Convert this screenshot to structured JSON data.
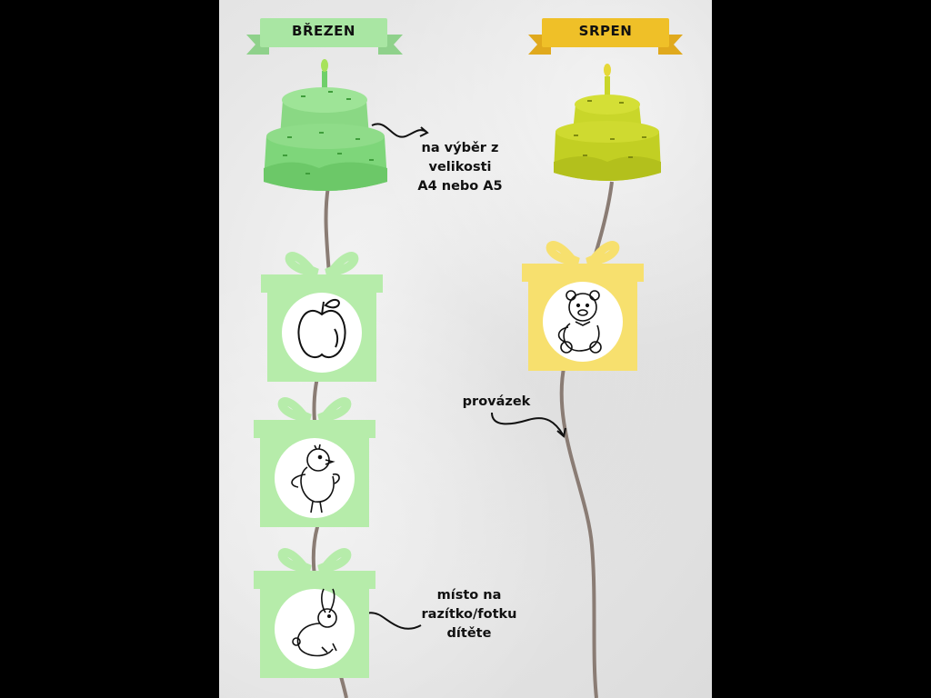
{
  "columns": [
    {
      "month": "BŘEZEN",
      "theme_color": "#a6e5a0",
      "cake_color": "#7ed67a"
    },
    {
      "month": "SRPEN",
      "theme_color": "#f2d06a",
      "cake_color": "#c9d62a"
    }
  ],
  "gift_icons": [
    "apple-icon",
    "chick-icon",
    "bunny-icon",
    "teddy-bear-icon"
  ],
  "notes": {
    "size": [
      "na výběr z",
      "velikosti",
      "A4 nebo A5"
    ],
    "string": [
      "provázek"
    ],
    "photo": [
      "místo na",
      "razítko/fotku",
      "dítěte"
    ]
  }
}
